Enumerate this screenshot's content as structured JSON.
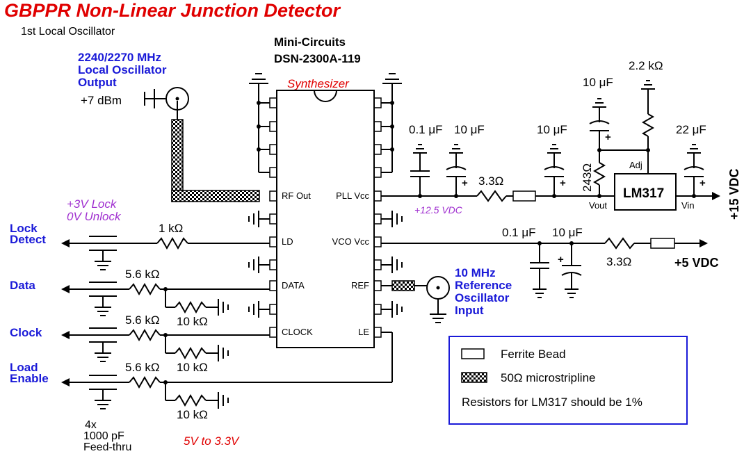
{
  "title": "GBPPR Non-Linear Junction Detector",
  "subtitle": "1st Local Oscillator",
  "lo_output": {
    "line1": "2240/2270 MHz",
    "line2": "Local Oscillator",
    "line3": "Output",
    "power": "+7 dBm"
  },
  "chip": {
    "maker": "Mini-Circuits",
    "part": "DSN-2300A-119",
    "type": "Synthesizer",
    "pins_left": [
      "RF Out",
      "LD",
      "DATA",
      "CLOCK"
    ],
    "pins_right": [
      "PLL Vcc",
      "VCO Vcc",
      "REF",
      "LE"
    ]
  },
  "lock_status": {
    "line1": "+3V Lock",
    "line2": "0V Unlock"
  },
  "signals": {
    "lock_detect_1": "Lock",
    "lock_detect_2": "Detect",
    "data": "Data",
    "clock": "Clock",
    "load_enable_1": "Load",
    "load_enable_2": "Enable"
  },
  "resistors": {
    "r_ld": "1 kΩ",
    "r_data": "5.6 kΩ",
    "r_clock": "5.6 kΩ",
    "r_le": "5.6 kΩ",
    "r_data_div": "10 kΩ",
    "r_clock_div": "10 kΩ",
    "r_le_div": "10 kΩ",
    "r_pll": "3.3Ω",
    "r_vco": "3.3Ω",
    "r_adj_top": "2.2 kΩ",
    "r_adj_low": "243Ω"
  },
  "capacitors": {
    "c_pll_1": "0.1 μF",
    "c_pll_2": "10 μF",
    "c_pll_3": "10 μF",
    "c_adj": "10 μF",
    "c_vin": "22 μF",
    "c_vco_1": "0.1 μF",
    "c_vco_2": "10 μF"
  },
  "feedthru": {
    "line1": "4x",
    "line2": "1000 pF",
    "line3": "Feed-thru"
  },
  "regulator": {
    "name": "LM317",
    "adj": "Adj",
    "vout": "Vout",
    "vin": "Vin"
  },
  "rails": {
    "pll_voltage": "+12.5 VDC",
    "v15": "+15 VDC",
    "v5": "+5 VDC"
  },
  "ref_input": {
    "line1": "10 MHz",
    "line2": "Reference",
    "line3": "Oscillator",
    "line4": "Input"
  },
  "level_note": "5V to 3.3V",
  "legend": {
    "ferrite": "Ferrite Bead",
    "microstrip": "50Ω microstripline",
    "note": "Resistors for LM317 should be 1%"
  },
  "colors": {
    "title": "#e00000",
    "signal_labels": "#1a1ad8",
    "lock_note": "#a030d0",
    "legend_border": "#1a1ad8"
  }
}
